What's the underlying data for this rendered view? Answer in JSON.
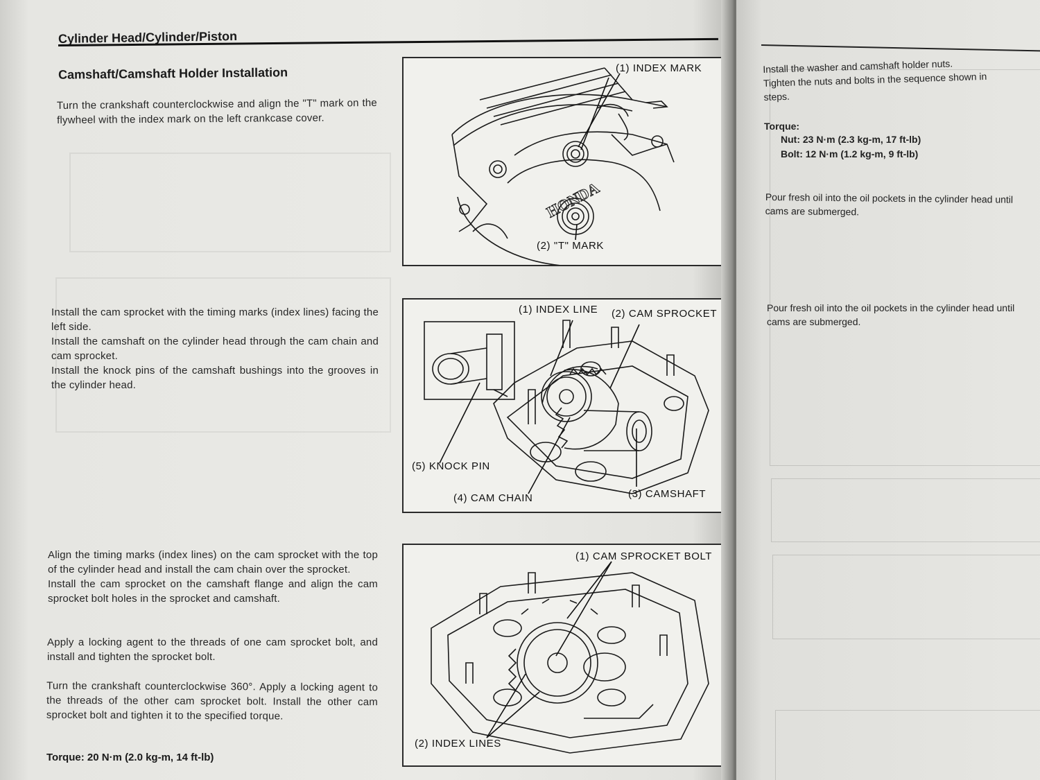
{
  "header": {
    "title": "Cylinder Head/Cylinder/Piston"
  },
  "section": {
    "title": "Camshaft/Camshaft Holder Installation"
  },
  "left_text": {
    "p1": "Turn the crankshaft counterclockwise and align the \"T\" mark on the flywheel with the index mark on the left crankcase cover.",
    "p2_lines": [
      "Install the cam sprocket with the timing marks (index lines) facing the left side.",
      "Install the camshaft on the cylinder head through the cam chain and cam sprocket.",
      "Install the knock pins of the camshaft bushings into the grooves in the cylinder head."
    ],
    "p3_lines": [
      "Align the timing marks (index lines) on the cam sprocket with the top of the cylinder head and install the cam chain over the sprocket.",
      "Install the cam sprocket on the camshaft flange and align the cam sprocket bolt holes in the sprocket and camshaft."
    ],
    "p4": "Apply a locking agent to the threads of one cam sprocket bolt, and install and tighten the sprocket bolt.",
    "p5": "Turn the crankshaft counterclockwise 360°. Apply a locking agent to the threads of the other cam sprocket bolt. Install the other cam sprocket bolt and tighten it to the specified torque.",
    "torque": "Torque: 20 N·m (2.0 kg-m, 14 ft-lb)"
  },
  "figure1": {
    "callouts": [
      "(1) INDEX MARK",
      "(2) \"T\" MARK"
    ],
    "logo": "HONDA"
  },
  "figure2": {
    "callouts": [
      "(1) INDEX LINE",
      "(2) CAM SPROCKET",
      "(3) CAMSHAFT",
      "(4) CAM CHAIN",
      "(5) KNOCK PIN"
    ]
  },
  "figure3": {
    "callouts": [
      "(1) CAM SPROCKET BOLT",
      "(2) INDEX LINES"
    ]
  },
  "right_page": {
    "p1_lines": [
      "Install the washer and camshaft holder nuts.",
      "Tighten the nuts and bolts in the sequence shown in",
      "steps."
    ],
    "torque_label": "Torque:",
    "nut": "Nut:  23 N·m (2.3 kg-m, 17 ft-lb)",
    "bolt": "Bolt:  12 N·m (1.2 kg-m, 9 ft-lb)",
    "p2_lines": [
      "Pour fresh oil into the oil pockets in the cylinder head until",
      "cams are submerged."
    ],
    "p3_lines": [
      "Pour fresh oil into the oil pockets in the cylinder head until",
      "cams are submerged."
    ]
  }
}
